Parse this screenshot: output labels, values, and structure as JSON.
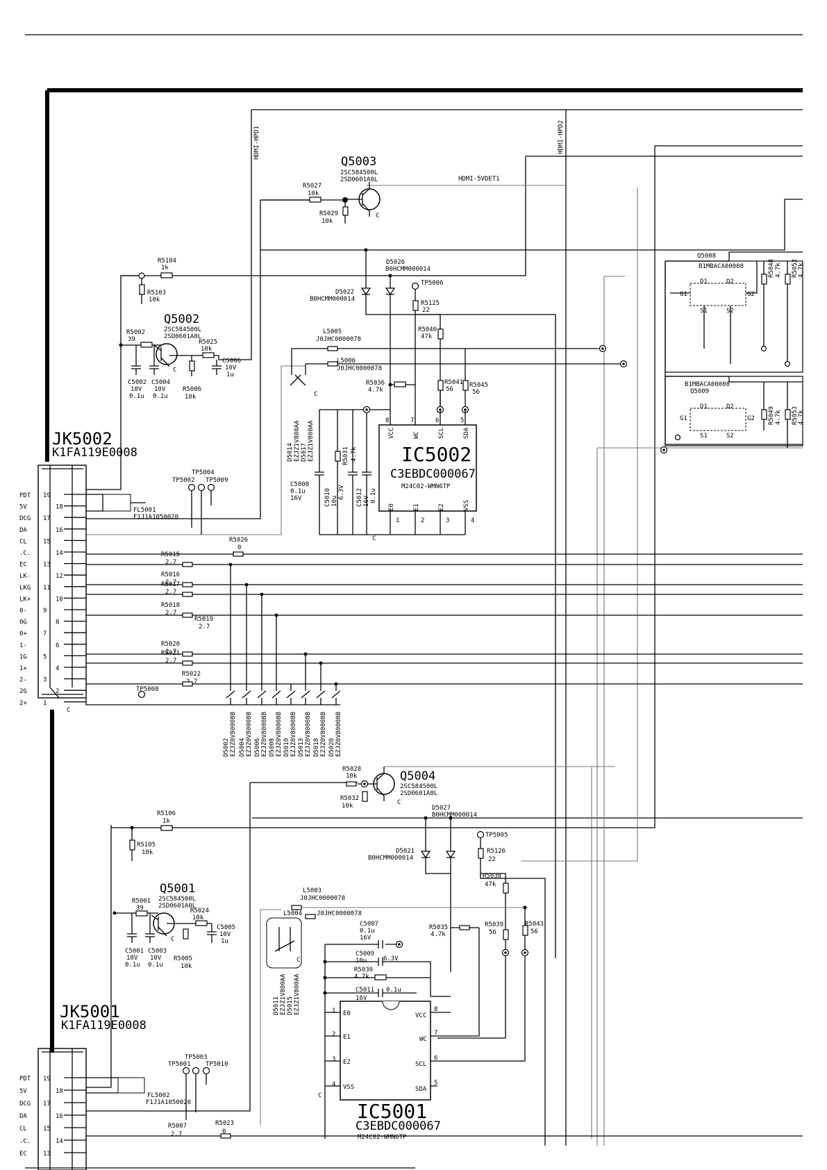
{
  "jacks": {
    "top": {
      "ref": "JK5002",
      "part": "K1FA119E0008",
      "pins": [
        "19",
        "18",
        "17",
        "16",
        "15",
        "14",
        "13",
        "12",
        "11",
        "10",
        "9",
        "8",
        "7",
        "6",
        "5",
        "4",
        "3",
        "2",
        "1"
      ],
      "signals": [
        "PDT",
        "5V",
        "DCG",
        "DA",
        "CL",
        ".C.",
        "EC",
        "LK-",
        "LKG",
        "LK+",
        "0-",
        "0G",
        "0+",
        "1-",
        "1G",
        "1+",
        "2-",
        "2G",
        "2+"
      ]
    },
    "bottom": {
      "ref": "JK5001",
      "part": "K1FA119E0008",
      "pins": [
        "19",
        "18",
        "17",
        "16",
        "15",
        "14",
        "13"
      ],
      "signals": [
        "PDT",
        "5V",
        "DCG",
        "DA",
        "CL",
        ".C.",
        "EC"
      ]
    }
  },
  "nets": {
    "hpd1": "HDMI-HPD1",
    "hpd2": "HDMI-HPD2",
    "v5det": "HDMI-5VDET1"
  },
  "ics": {
    "ic5002": {
      "ref": "IC5002",
      "part": "C3EBDC000067",
      "sub": "M24C02-WMN6TP",
      "pins_top": [
        "VCC",
        "WC",
        "SCL",
        "SDA"
      ],
      "nums_top": [
        "8",
        "7",
        "6",
        "5"
      ],
      "pins_bot": [
        "E0",
        "E1",
        "E2",
        "VSS"
      ],
      "nums_bot": [
        "1",
        "2",
        "3",
        "4"
      ]
    },
    "ic5001": {
      "ref": "IC5001",
      "part": "C3EBDC000067",
      "sub": "M24C02-WMN6TP",
      "pins_left": [
        "E0",
        "E1",
        "E2",
        "VSS"
      ],
      "nums_left": [
        "1",
        "2",
        "3",
        "4"
      ],
      "pins_right": [
        "VCC",
        "WC",
        "SCL",
        "SDA"
      ],
      "nums_right": [
        "8",
        "7",
        "6",
        "5"
      ]
    }
  },
  "transistors": {
    "q5003": {
      "ref": "Q5003",
      "p1": "2SC584500L",
      "p2": "2SD0601A0L"
    },
    "q5002": {
      "ref": "Q5002",
      "p1": "2SC584500L",
      "p2": "2SD0601A0L"
    },
    "q5004": {
      "ref": "Q5004",
      "p1": "2SC584500L",
      "p2": "2SD0601A0L"
    },
    "q5001": {
      "ref": "Q5001",
      "p1": "2SC584500L",
      "p2": "2SD0601A0L"
    },
    "q5008": {
      "ref": "Q5008",
      "p1": "B1MBACA00008"
    },
    "q5009": {
      "ref": "Q5009",
      "p1": "B1MBACA00008"
    }
  },
  "fet_pins": {
    "d1": "D1",
    "d2": "D2",
    "g1": "G1",
    "g2": "G2",
    "s1": "S1",
    "s2": "S2"
  },
  "resistors": {
    "r5027": {
      "ref": "R5027",
      "val": "10k"
    },
    "r5029": {
      "ref": "R5029",
      "val": "10k"
    },
    "r5104": {
      "ref": "R5104",
      "val": "1k"
    },
    "r5103": {
      "ref": "R5103",
      "val": "10k"
    },
    "r5002": {
      "ref": "R5002",
      "val": "39"
    },
    "r5025": {
      "ref": "R5025",
      "val": "10k"
    },
    "r5006": {
      "ref": "R5006",
      "val": "10k"
    },
    "r5125": {
      "ref": "R5125",
      "val": "22"
    },
    "r5040": {
      "ref": "R5040",
      "val": "47k"
    },
    "r5036": {
      "ref": "R5036",
      "val": "4.7k"
    },
    "r5041": {
      "ref": "R5041",
      "val": "56"
    },
    "r5045": {
      "ref": "R5045",
      "val": "56"
    },
    "r5031": {
      "ref": "R5031",
      "val": "4.7k"
    },
    "r5026": {
      "ref": "R5026",
      "val": "0"
    },
    "r5015": {
      "ref": "R5015",
      "val": "2.7"
    },
    "r5016": {
      "ref": "R5016",
      "val": "2.7"
    },
    "r5017": {
      "ref": "R5017",
      "val": "2.7"
    },
    "r5018": {
      "ref": "R5018",
      "val": "2.7"
    },
    "r5019": {
      "ref": "R5019",
      "val": "2.7"
    },
    "r5020": {
      "ref": "R5020",
      "val": "2.7"
    },
    "r5021": {
      "ref": "R5021",
      "val": "2.7"
    },
    "r5022": {
      "ref": "R5022",
      "val": "2.7"
    },
    "r5028": {
      "ref": "R5028",
      "val": "10k"
    },
    "r5032": {
      "ref": "R5032",
      "val": "10k"
    },
    "r5106": {
      "ref": "R5106",
      "val": "1k"
    },
    "r5105": {
      "ref": "R5105",
      "val": "10k"
    },
    "r5126": {
      "ref": "R5126",
      "val": "22"
    },
    "r5038": {
      "ref": "R5038",
      "val": "47k"
    },
    "r5001": {
      "ref": "R5001",
      "val": "39"
    },
    "r5024": {
      "ref": "R5024",
      "val": "10k"
    },
    "r5005": {
      "ref": "R5005",
      "val": "10k"
    },
    "r5035": {
      "ref": "R5035",
      "val": "4.7k"
    },
    "r5039": {
      "ref": "R5039",
      "val": "56"
    },
    "r5043": {
      "ref": "R5043",
      "val": "56"
    },
    "r5030": {
      "ref": "R5030",
      "val": "4.7k"
    },
    "r5007": {
      "ref": "R5007",
      "val": "2.7"
    },
    "r5023": {
      "ref": "R5023",
      "val": "0"
    },
    "r5048": {
      "ref": "R5048",
      "val": "4.7k"
    },
    "r5052": {
      "ref": "R5052",
      "val": "4.7k"
    },
    "r5049": {
      "ref": "R5049",
      "val": "4.7k"
    },
    "r5053": {
      "ref": "R5053",
      "val": "4.7k"
    }
  },
  "capacitors": {
    "c5002": {
      "ref": "C5002",
      "v": "10V",
      "val": "0.1u"
    },
    "c5004": {
      "ref": "C5004",
      "v": "10V",
      "val": "0.1u"
    },
    "c5006": {
      "ref": "C5006",
      "v": "10V",
      "val": "1u"
    },
    "c5008": {
      "ref": "C5008",
      "val": "0.1u",
      "v": "16V"
    },
    "c5010": {
      "ref": "C5010",
      "val": "10u",
      "v": "6.3V"
    },
    "c5012": {
      "ref": "C5012",
      "v": "16V",
      "val": "0.1u"
    },
    "c5001": {
      "ref": "C5001",
      "v": "10V",
      "val": "0.1u"
    },
    "c5003": {
      "ref": "C5003",
      "v": "10V",
      "val": "0.1u"
    },
    "c5005": {
      "ref": "C5005",
      "v": "10V",
      "val": "1u"
    },
    "c5007": {
      "ref": "C5007",
      "val": "0.1u",
      "v": "16V"
    },
    "c5009": {
      "ref": "C5009",
      "val": "10u",
      "v": "6.3V"
    },
    "c5011": {
      "ref": "C5011",
      "val": "0.1u",
      "v": "16V"
    }
  },
  "diodes": {
    "d5026": {
      "ref": "D5026",
      "part": "B0HCMM000014"
    },
    "d5022": {
      "ref": "D5022",
      "part": "B0HCMM000014"
    },
    "d5027": {
      "ref": "D5027",
      "part": "B0HCMM000014"
    },
    "d5021": {
      "ref": "D5021",
      "part": "B0HCMM000014"
    },
    "d5014": {
      "ref": "D5014",
      "part": "EZJZ1V800AA"
    },
    "d5017": {
      "ref": "D5017",
      "part": "EZJZ1V800AA"
    },
    "d5011": {
      "ref": "D5011",
      "part": "EZJZ1V800AA"
    },
    "d5015": {
      "ref": "D5015",
      "part": "EZJZ1V800AA"
    },
    "esd_refs": [
      "D5002",
      "D5004",
      "D5006",
      "D5008",
      "D5010",
      "D5013",
      "D5018",
      "D5020"
    ],
    "esd_part": "EZJZ0V80008B"
  },
  "inductors": {
    "l5005": {
      "ref": "L5005",
      "part": "J0JHC0000078"
    },
    "l5006": {
      "ref": "L5006",
      "part": "J0JHC0000078"
    },
    "l5003": {
      "ref": "L5003",
      "part": "J0JHC0000078"
    },
    "l5004": {
      "ref": "L5004",
      "part": "J0JHC0000078"
    }
  },
  "filters": {
    "fl5001": {
      "ref": "FL5001",
      "part": "F1J1A1050020"
    },
    "fl5002": {
      "ref": "FL5002",
      "part": "F1J1A1050020"
    }
  },
  "testpoints": [
    "TP5006",
    "TP5004",
    "TP5002",
    "TP5009",
    "TP5008",
    "TP5005",
    "TP5003",
    "TP5001",
    "TP5010"
  ],
  "misc": {
    "gnd_c": "C"
  }
}
